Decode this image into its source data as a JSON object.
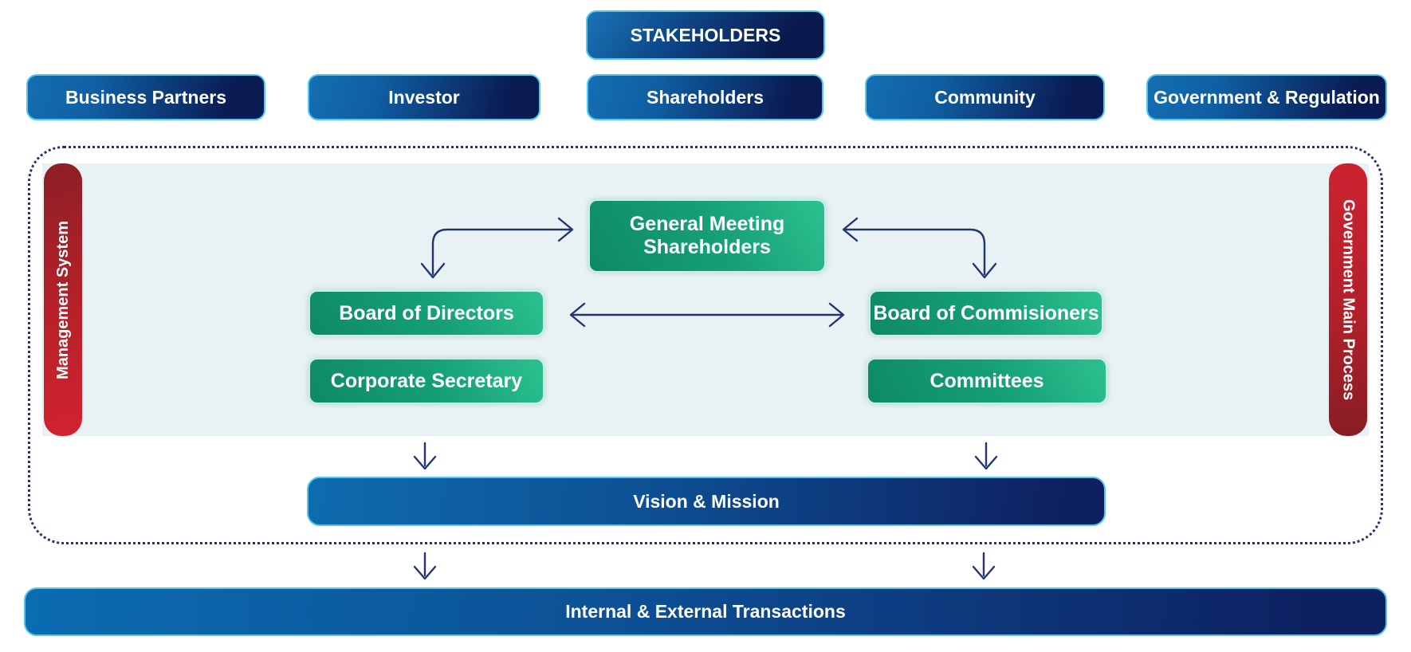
{
  "stakeholders_box": {
    "label": "STAKEHOLDERS"
  },
  "stakeholder_groups": [
    {
      "label": "Business Partners"
    },
    {
      "label": "Investor"
    },
    {
      "label": "Shareholders"
    },
    {
      "label": "Community"
    },
    {
      "label": "Government & Regulation"
    }
  ],
  "side_bars": {
    "left": {
      "label": "Management System"
    },
    "right": {
      "label": "Government Main Process"
    }
  },
  "governance_nodes": {
    "general_meeting_shareholders": {
      "label": "General Meeting Shareholders"
    },
    "board_of_directors": {
      "label": "Board of Directors"
    },
    "board_of_commisioners": {
      "label": "Board of Commisioners"
    },
    "corporate_secretary": {
      "label": "Corporate Secretary"
    },
    "committees": {
      "label": "Committees"
    }
  },
  "vision_mission": {
    "label": "Vision & Mission"
  },
  "bottom_bar": {
    "label": "Internal & External Transactions"
  },
  "colors": {
    "blue_gradient_start": "#1470b2",
    "blue_gradient_end": "#0a1b53",
    "blue_border": "#55c7ee",
    "green_gradient_start": "#0d8a64",
    "green_gradient_end": "#2dc18f",
    "red_dark": "#871d24",
    "red_bright": "#d2232f",
    "panel_background": "#e8f1f4",
    "line_navy": "#23356e",
    "text": "#ffffff"
  }
}
